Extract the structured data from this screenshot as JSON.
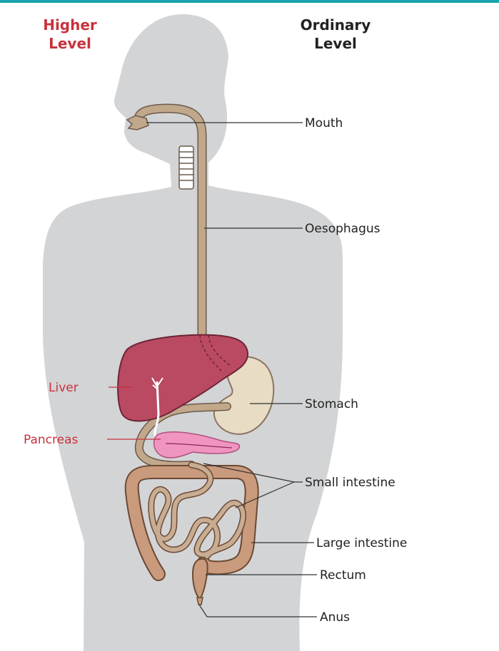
{
  "headers": {
    "higher": {
      "line1": "Higher",
      "line2": "Level"
    },
    "ordinary": {
      "line1": "Ordinary",
      "line2": "Level"
    }
  },
  "labels": {
    "mouth": "Mouth",
    "oesophagus": "Oesophagus",
    "liver": "Liver",
    "stomach": "Stomach",
    "pancreas": "Pancreas",
    "small_intestine": "Small intestine",
    "large_intestine": "Large intestine",
    "rectum": "Rectum",
    "anus": "Anus"
  },
  "colors": {
    "top_bar": "#1aa3ad",
    "higher_level": "#c8323c",
    "ordinary_level": "#222222",
    "body": "#d3d4d6",
    "tract": "#c2a88b",
    "liver": "#b94a62",
    "stomach": "#e8dcc4",
    "pancreas": "#ef95c0",
    "intestine": "#c99a7c"
  }
}
